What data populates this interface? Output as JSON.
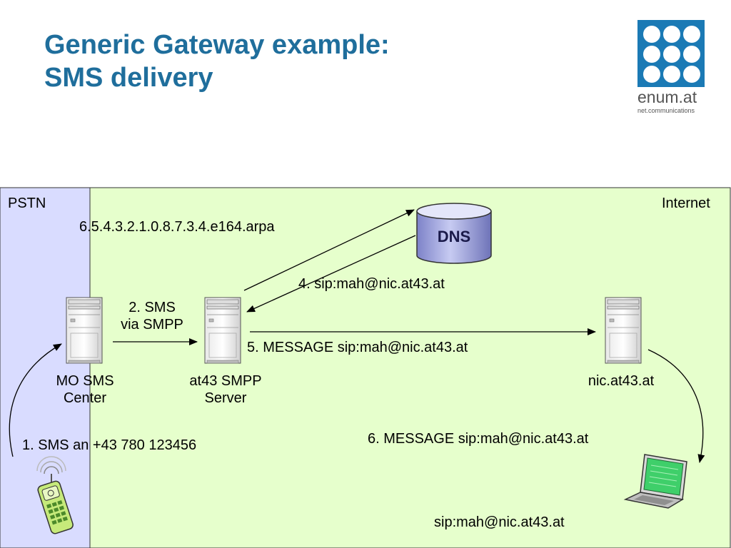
{
  "title": {
    "line1": "Generic Gateway example:",
    "line2": "SMS delivery"
  },
  "logo": {
    "name": "enum.at",
    "tagline": "net.communications",
    "color": "#1b7ab5"
  },
  "regions": {
    "pstn": {
      "label": "PSTN",
      "color": "#d9dcff"
    },
    "internet": {
      "label": "Internet",
      "color": "#e6ffcc"
    }
  },
  "nodes": {
    "dns": {
      "label": "DNS",
      "icon": "database-cylinder-icon"
    },
    "mo_sms_center": {
      "label_line1": "MO SMS",
      "label_line2": "Center",
      "icon": "server-tower-icon"
    },
    "smpp_server": {
      "label_line1": "at43 SMPP",
      "label_line2": "Server",
      "icon": "server-tower-icon"
    },
    "nic_server": {
      "label": "nic.at43.at",
      "icon": "server-tower-icon"
    },
    "phone": {
      "icon": "mobile-phone-icon"
    },
    "laptop": {
      "label": "sip:mah@nic.at43.at",
      "icon": "laptop-icon"
    }
  },
  "messages": {
    "step1": "1. SMS an +43 780 123456",
    "step2_line1": "2. SMS",
    "step2_line2": "via SMPP",
    "step3": "6.5.4.3.2.1.0.8.7.3.4.e164.arpa",
    "step4": "4. sip:mah@nic.at43.at",
    "step5": "5. MESSAGE sip:mah@nic.at43.at",
    "step6": "6. MESSAGE  sip:mah@nic.at43.at"
  }
}
